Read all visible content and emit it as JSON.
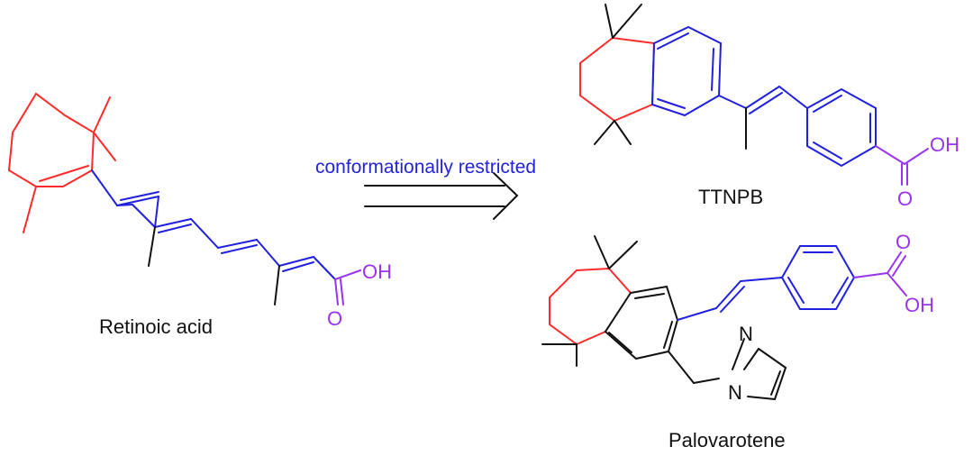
{
  "scheme": {
    "arrow_label": "conformationally restricted",
    "compounds": [
      {
        "name": "Retinoic acid"
      },
      {
        "name": "TTNPB"
      },
      {
        "name": "Palovarotene"
      }
    ],
    "atoms": {
      "oxygen": "O",
      "hydroxyl": "OH",
      "nitrogen": "N"
    }
  },
  "colors": {
    "ring_red": "#ff2a2a",
    "chain_blue": "#2020e0",
    "acid_purple": "#9a33f0",
    "bond_black": "#111111",
    "arrow_label_blue": "#2323d8"
  }
}
